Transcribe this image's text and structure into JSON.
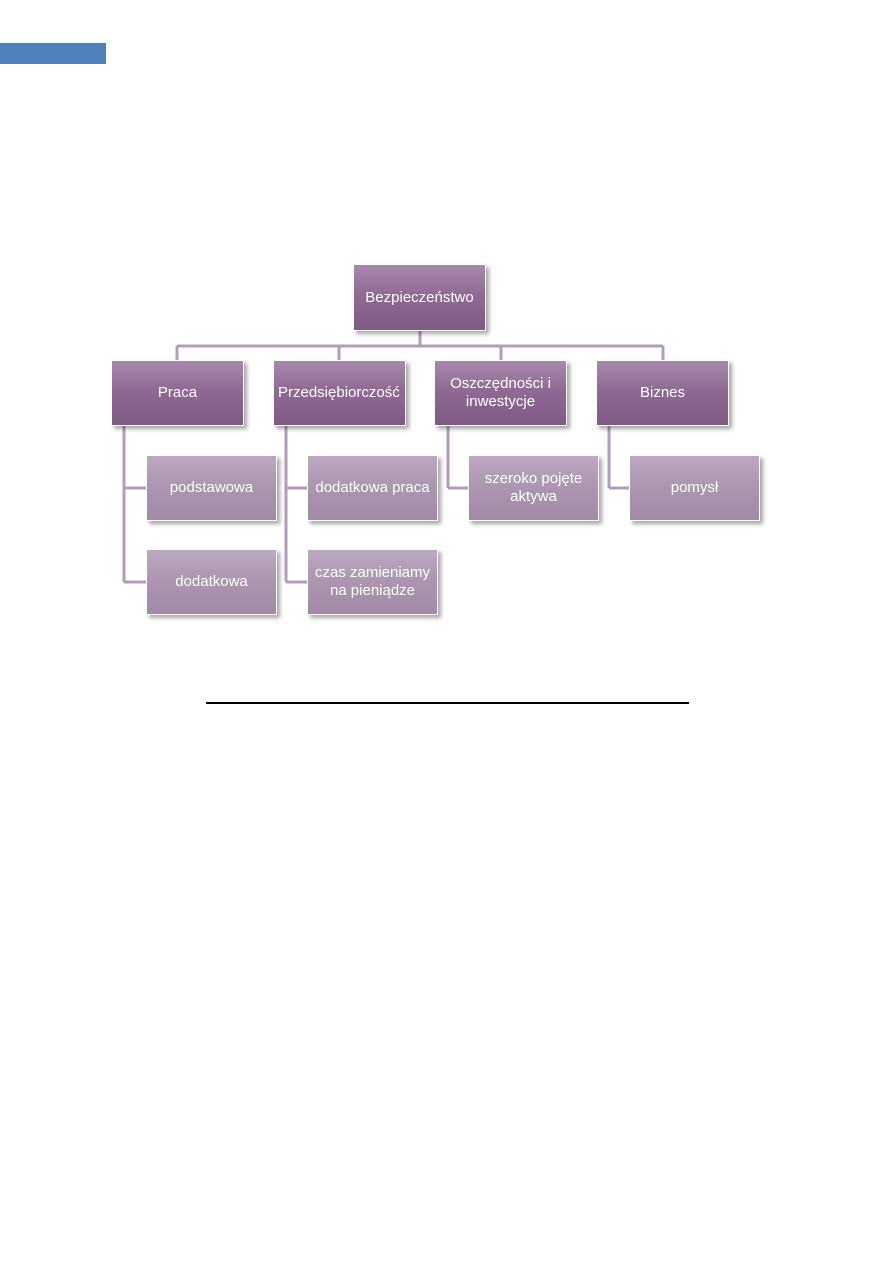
{
  "diagram": {
    "root": {
      "label": "Bezpieczeństwo"
    },
    "branches": [
      {
        "label": "Praca",
        "children": [
          {
            "label": "podstawowa"
          },
          {
            "label": "dodatkowa"
          }
        ]
      },
      {
        "label": "Przedsiębiorczość",
        "children": [
          {
            "label": "dodatkowa praca"
          },
          {
            "label": "czas zamieniamy\nna pieniądze"
          }
        ]
      },
      {
        "label": "Oszczędności i\ninwestycje",
        "children": [
          {
            "label": "szeroko pojęte\naktywa"
          }
        ]
      },
      {
        "label": "Biznes",
        "children": [
          {
            "label": "pomysł"
          }
        ]
      }
    ]
  },
  "colors": {
    "header_tab": "#4f81bd",
    "node_dark": "#8f6b94",
    "node_light": "#ab95af",
    "connector": "#b59bbb"
  }
}
